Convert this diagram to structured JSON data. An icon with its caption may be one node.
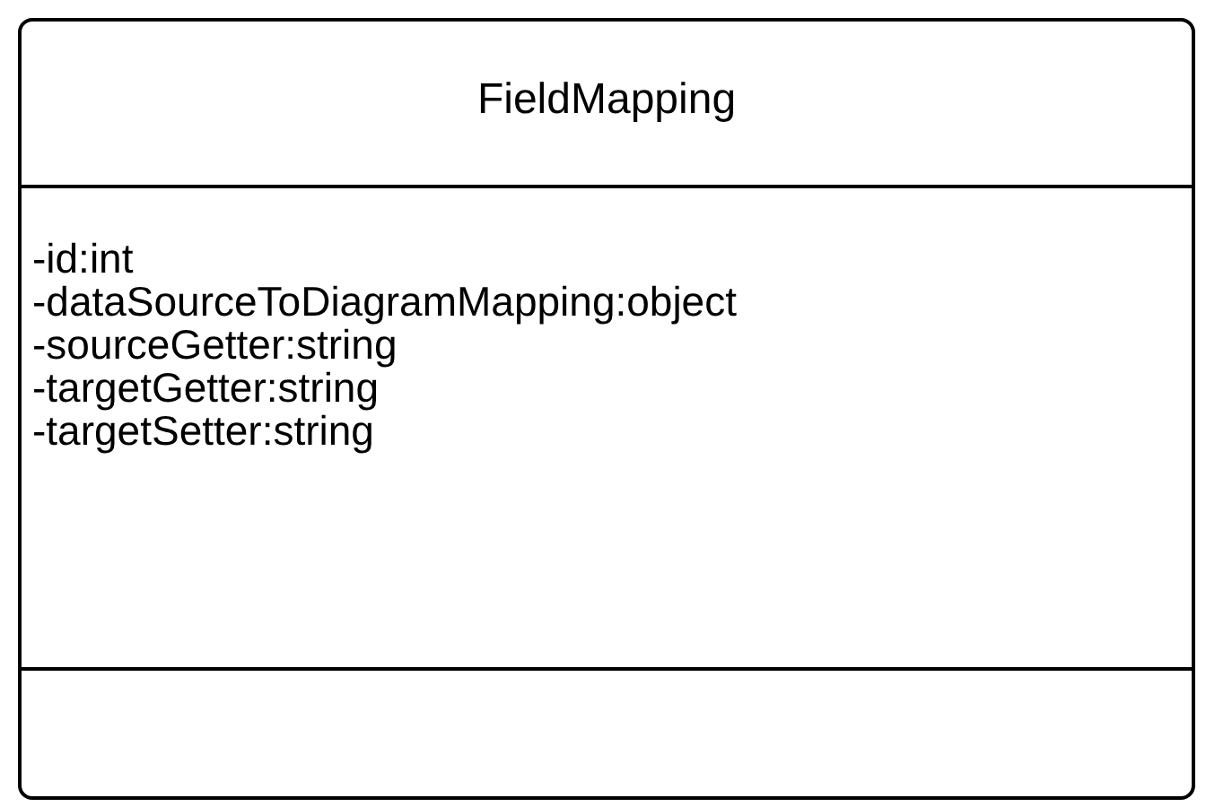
{
  "diagram": {
    "nodes": [
      {
        "text": [
          "FieldMapping",
          "-id:int",
          "-dataSourceToDiagramMapping:object",
          "-sourceGetter:string",
          "-targetGetter:string",
          "-targetSetter:string"
        ]
      }
    ]
  }
}
